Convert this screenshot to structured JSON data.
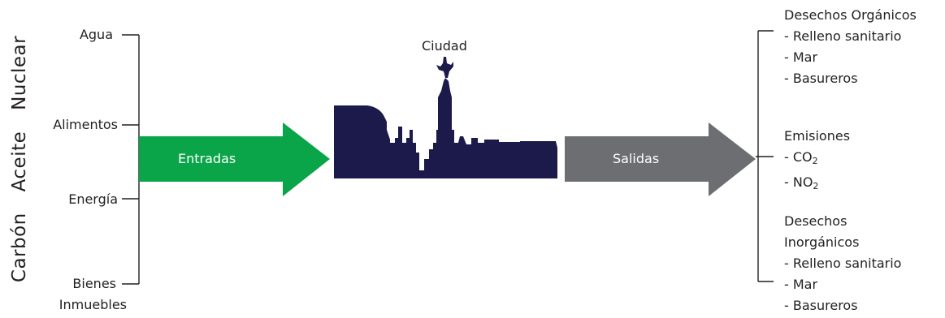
{
  "energy_sources": [
    "Carbón",
    "Aceite",
    "Nuclear"
  ],
  "inputs": {
    "items": [
      "Agua",
      "Alimentos",
      "Energía",
      "Bienes",
      "Inmuebles"
    ]
  },
  "entradas_label": "Entradas",
  "city_label": "Ciudad",
  "salidas_label": "Salidas",
  "outputs": {
    "organic_title": "Desechos Orgánicos",
    "organic_items": [
      "- Relleno sanitario",
      "- Mar",
      "- Basureros"
    ],
    "emissions_title": "Emisiones",
    "emissions_items": [
      {
        "prefix": "- CO",
        "sub": "2"
      },
      {
        "prefix": "- NO",
        "sub": "2"
      }
    ],
    "inorganic_title_1": "Desechos",
    "inorganic_title_2": "Inorgánicos",
    "inorganic_items": [
      "- Relleno sanitario",
      "- Mar",
      "- Basureros"
    ]
  },
  "colors": {
    "entradas_arrow": "#0aa548",
    "salidas_arrow": "#6d6e71",
    "city_silhouette": "#1b1a4a",
    "lines": "#231f20"
  }
}
